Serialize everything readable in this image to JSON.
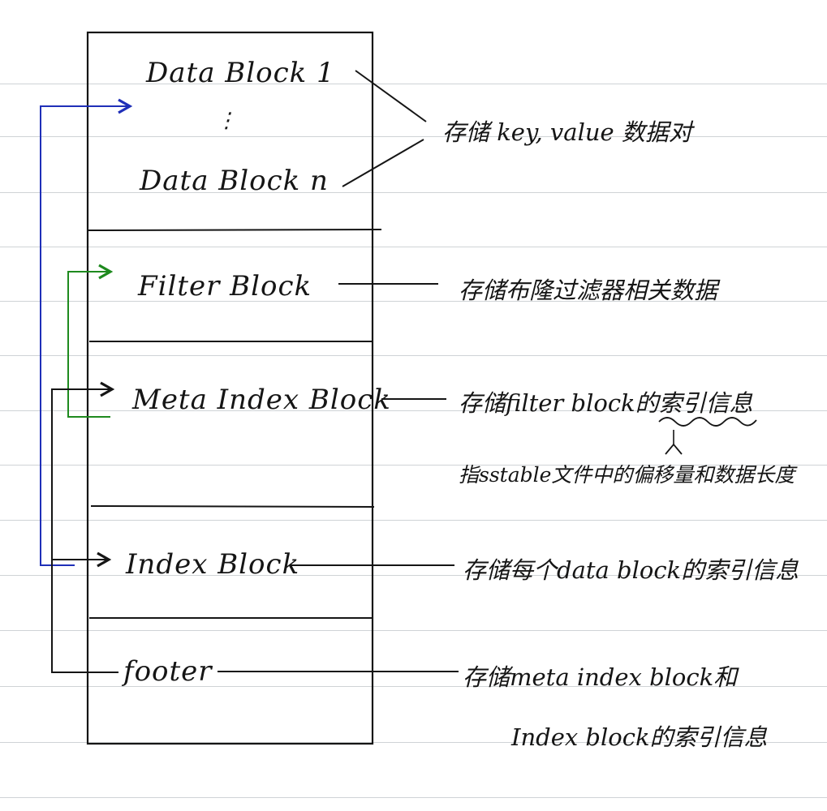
{
  "blocks": {
    "data_block_1": "Data Block 1",
    "data_ellipsis": "⋮",
    "data_block_n": "Data Block n",
    "filter_block": "Filter Block",
    "meta_index_block": "Meta Index Block",
    "index_block": "Index Block",
    "footer": "footer"
  },
  "notes": {
    "data_blocks": "存储 key, value 数据对",
    "filter_block": "存储布隆过滤器相关数据",
    "meta_index_block": "存储filter block的索引信息",
    "offset_note": "指sstable文件中的偏移量和数据长度",
    "index_block": "存储每个data block的索引信息",
    "footer_line1": "存储meta index block和",
    "footer_line2": "Index block的索引信息"
  },
  "colors": {
    "ink": "#151515",
    "arrow_blue": "#1f2fb8",
    "arrow_green": "#1e8a1e",
    "ruled_line": "#cfd3d6"
  }
}
